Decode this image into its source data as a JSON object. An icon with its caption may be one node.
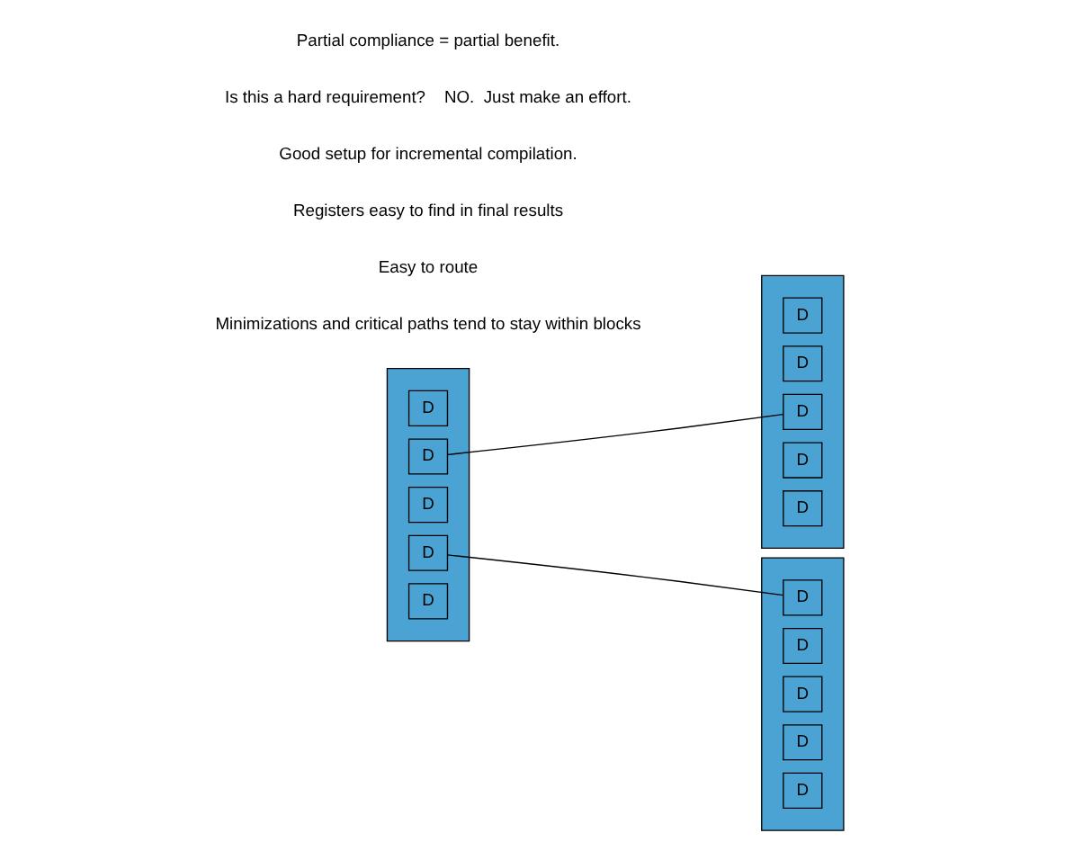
{
  "diagram": {
    "nodes": [
      {
        "text": [],
        "shape": "box"
      },
      {
        "text": [
          "D"
        ],
        "in": 0
      },
      {
        "text": [
          "D"
        ],
        "in": 0
      },
      {
        "text": [
          "D"
        ],
        "in": 0
      },
      {
        "text": [
          "D"
        ],
        "in": 0
      },
      {
        "text": [
          "D"
        ],
        "in": 0
      },
      {
        "text": [],
        "shape": "box"
      },
      {
        "text": [
          "D"
        ],
        "in": 6
      },
      {
        "text": [
          "D"
        ],
        "in": 6
      },
      {
        "text": [
          "D"
        ],
        "in": 6
      },
      {
        "text": [
          "D"
        ],
        "in": 6
      },
      {
        "text": [
          "D"
        ],
        "in": 6
      },
      {
        "text": [],
        "shape": "box"
      },
      {
        "text": [
          "D"
        ],
        "in": 12
      },
      {
        "text": [
          "D"
        ],
        "in": 12
      },
      {
        "text": [
          "D"
        ],
        "in": 12
      },
      {
        "text": [
          "D"
        ],
        "in": 12
      },
      {
        "text": [
          "D"
        ],
        "in": 12
      }
    ],
    "edges": [
      {
        "from": 2,
        "to": 9,
        "arrow": "none"
      },
      {
        "from": 4,
        "to": 13,
        "arrow": "none"
      }
    ],
    "labels": [
      "Minimizations and critical paths tend to stay within blocks",
      "Easy to route",
      "Registers easy to find in final results",
      "Good setup for incremental compilation.",
      "Is this a hard requirement?    NO.  Just make an effort.",
      "Partial compliance = partial benefit."
    ]
  }
}
